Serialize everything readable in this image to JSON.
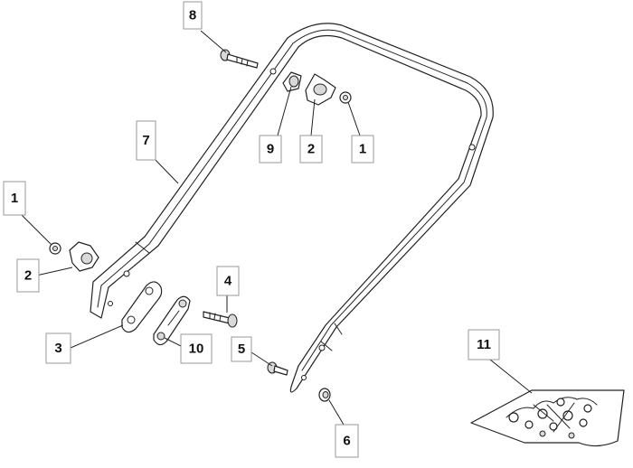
{
  "labels": {
    "l8": "8",
    "l7": "7",
    "l9": "9",
    "l2_top": "2",
    "l1_top": "1",
    "l1_left": "1",
    "l2_left": "2",
    "l3": "3",
    "l4": "4",
    "l5": "5",
    "l10": "10",
    "l6": "6",
    "l11": "11"
  }
}
